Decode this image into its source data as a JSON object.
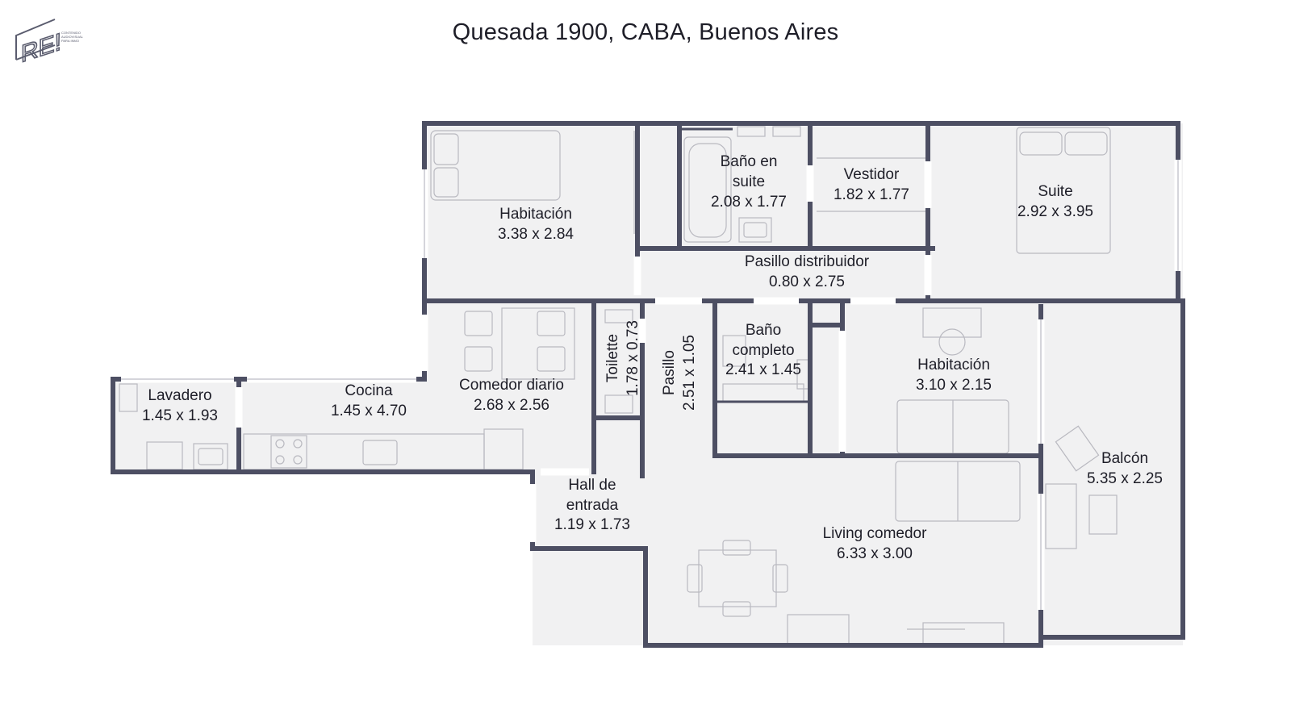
{
  "title": "Quesada 1900, CABA, Buenos Aires",
  "logo": {
    "mark": "RE!",
    "tagline": [
      "CONTENIDO",
      "AUDIOVISUAL",
      "PARA INMO"
    ]
  },
  "rooms": [
    {
      "id": "habitacion-1",
      "name": "Habitación",
      "dims": "3.38 x 2.84"
    },
    {
      "id": "bano-suite",
      "name_l1": "Baño en",
      "name_l2": "suite",
      "dims": "2.08 x 1.77"
    },
    {
      "id": "vestidor",
      "name": "Vestidor",
      "dims": "1.82 x 1.77"
    },
    {
      "id": "suite",
      "name": "Suite",
      "dims": "2.92 x 3.95"
    },
    {
      "id": "pasillo-distribuidor",
      "name": "Pasillo distribuidor",
      "dims": "0.80 x 2.75"
    },
    {
      "id": "lavadero",
      "name": "Lavadero",
      "dims": "1.45 x 1.93"
    },
    {
      "id": "cocina",
      "name": "Cocina",
      "dims": "1.45 x 4.70"
    },
    {
      "id": "comedor-diario",
      "name": "Comedor diario",
      "dims": "2.68 x 2.56"
    },
    {
      "id": "toilette",
      "name": "Toilette",
      "dims": "1.78 x 0.73"
    },
    {
      "id": "pasillo",
      "name": "Pasillo",
      "dims": "2.51 x 1.05"
    },
    {
      "id": "bano-completo",
      "name_l1": "Baño",
      "name_l2": "completo",
      "dims": "2.41 x 1.45"
    },
    {
      "id": "habitacion-2",
      "name": "Habitación",
      "dims": "3.10 x 2.15"
    },
    {
      "id": "balcon",
      "name": "Balcón",
      "dims": "5.35 x 2.25"
    },
    {
      "id": "hall-entrada",
      "name_l1": "Hall de",
      "name_l2": "entrada",
      "dims": "1.19 x 1.73"
    },
    {
      "id": "living-comedor",
      "name": "Living comedor",
      "dims": "6.33 x 3.00"
    }
  ],
  "colors": {
    "wall": "#4d4f63",
    "floor": "#f1f1f2",
    "furniture": "#b9b9c0",
    "text": "#1e1e28"
  }
}
